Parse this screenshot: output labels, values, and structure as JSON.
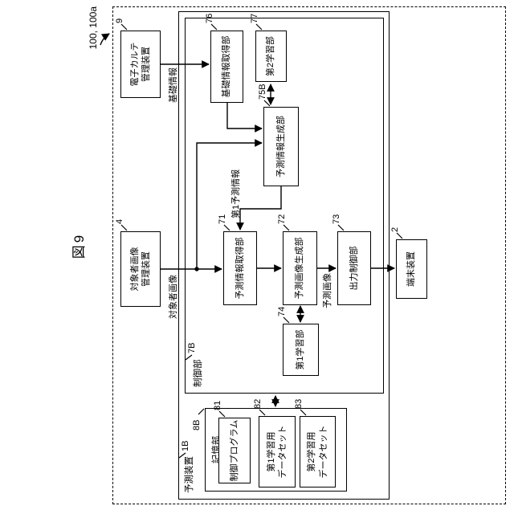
{
  "figure_label": "図9",
  "system_ref": "100, 100a",
  "boxes": {
    "ekarte": {
      "ref": "9",
      "label": "電子カルテ\n管理装置"
    },
    "subject_image_mgmt": {
      "ref": "4",
      "label": "対象者画像\n管理装置"
    },
    "terminal": {
      "ref": "2",
      "label": "端末装置"
    },
    "prediction_device": {
      "ref": "1B",
      "label": "予測装置"
    },
    "control": {
      "ref": "7B",
      "label": "制御部"
    },
    "storage": {
      "ref": "8B",
      "label": "記憶部"
    },
    "control_program": {
      "ref": "81",
      "label": "制御プログラム"
    },
    "dataset1": {
      "ref": "82",
      "label": "第1学習用\nデータセット"
    },
    "dataset2": {
      "ref": "83",
      "label": "第2学習用\nデータセット"
    },
    "pred_info_acq": {
      "ref": "71",
      "label": "予測情報取得部"
    },
    "pred_img_gen": {
      "ref": "72",
      "label": "予測画像生成部"
    },
    "output_ctrl": {
      "ref": "73",
      "label": "出力制御部"
    },
    "learning1": {
      "ref": "74",
      "label": "第1学習部"
    },
    "pred_info_gen": {
      "ref": "75B",
      "label": "予測情報生成部"
    },
    "basic_info_acq": {
      "ref": "76",
      "label": "基礎情報取得部"
    },
    "learning2": {
      "ref": "77",
      "label": "第2学習部"
    }
  },
  "flow_labels": {
    "basic_info": "基礎情報",
    "subject_image": "対象者画像",
    "first_pred_info": "第1予測情報",
    "pred_image": "予測画像"
  }
}
